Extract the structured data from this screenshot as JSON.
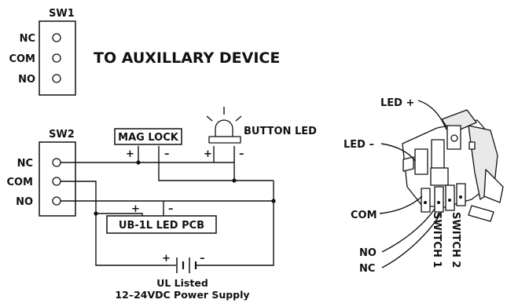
{
  "sw1": {
    "title": "SW1",
    "terminals": [
      "NC",
      "COM",
      "NO"
    ]
  },
  "aux_label": "TO AUXILLARY DEVICE",
  "sw2": {
    "title": "SW2",
    "terminals": [
      "NC",
      "COM",
      "NO"
    ]
  },
  "mag_lock": {
    "label": "MAG LOCK",
    "plus": "+",
    "minus": "–"
  },
  "button_led": {
    "label": "BUTTON LED",
    "plus": "+",
    "minus": "–"
  },
  "pcb": {
    "label": "UB-1L LED PCB",
    "plus": "+",
    "minus": "–"
  },
  "power": {
    "line1": "UL Listed",
    "line2": "12–24VDC Power Supply",
    "plus": "+",
    "minus": "–"
  },
  "device": {
    "led_plus": "LED +",
    "led_minus": "LED –",
    "com": "COM",
    "no": "NO",
    "nc": "NC",
    "switch1": "SWITCH 1",
    "switch2": "SWITCH 2"
  }
}
